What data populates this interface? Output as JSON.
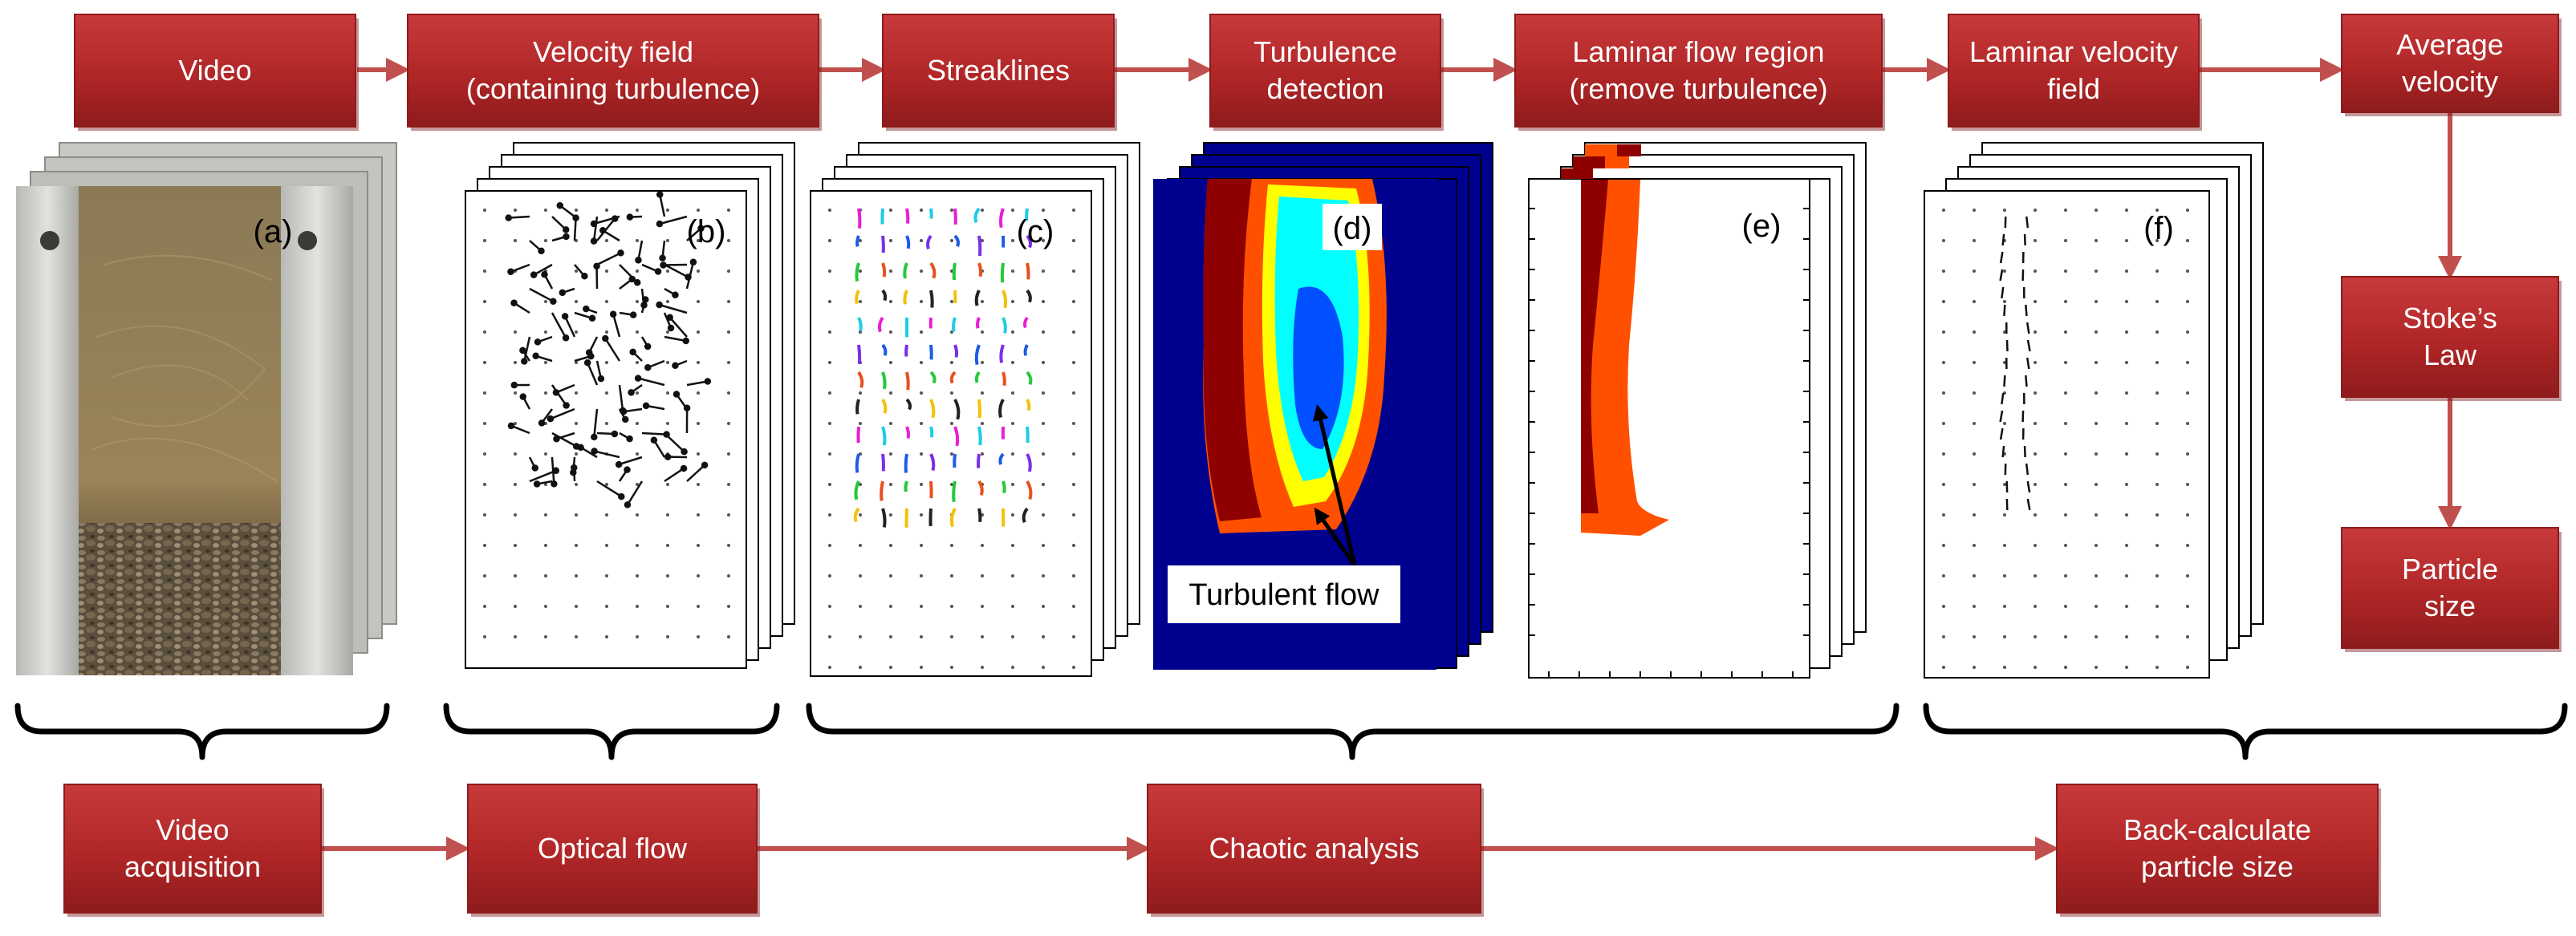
{
  "top_steps": [
    {
      "lines": [
        "Video"
      ]
    },
    {
      "lines": [
        "Velocity field",
        "(containing turbulence)"
      ]
    },
    {
      "lines": [
        "Streaklines"
      ]
    },
    {
      "lines": [
        "Turbulence",
        "detection"
      ]
    },
    {
      "lines": [
        "Laminar flow region",
        "(remove turbulence)"
      ]
    },
    {
      "lines": [
        "Laminar velocity",
        "field"
      ]
    },
    {
      "lines": [
        "Average",
        "velocity"
      ]
    }
  ],
  "side_steps": [
    {
      "lines": [
        "Stoke’s",
        "Law"
      ]
    },
    {
      "lines": [
        "Particle",
        "size"
      ]
    }
  ],
  "bottom_steps": [
    {
      "lines": [
        "Video",
        "acquisition"
      ]
    },
    {
      "lines": [
        "Optical flow"
      ]
    },
    {
      "lines": [
        "Chaotic analysis"
      ]
    },
    {
      "lines": [
        "Back-calculate",
        "particle size"
      ]
    }
  ],
  "panel_labels": [
    "(a)",
    "(b)",
    "(c)",
    "(d)",
    "(e)",
    "(f)"
  ],
  "annotation": "Turbulent flow",
  "colors": {
    "box_fill": "#b52a2b",
    "box_fill_dark": "#8e1b1c",
    "arrow": "#c0504d",
    "jet_darkblue": "#00008f",
    "jet_blue": "#0050ff",
    "jet_cyan": "#00ffff",
    "jet_yellow": "#ffff00",
    "jet_orange": "#ff5000",
    "jet_darkred": "#8f0000"
  }
}
